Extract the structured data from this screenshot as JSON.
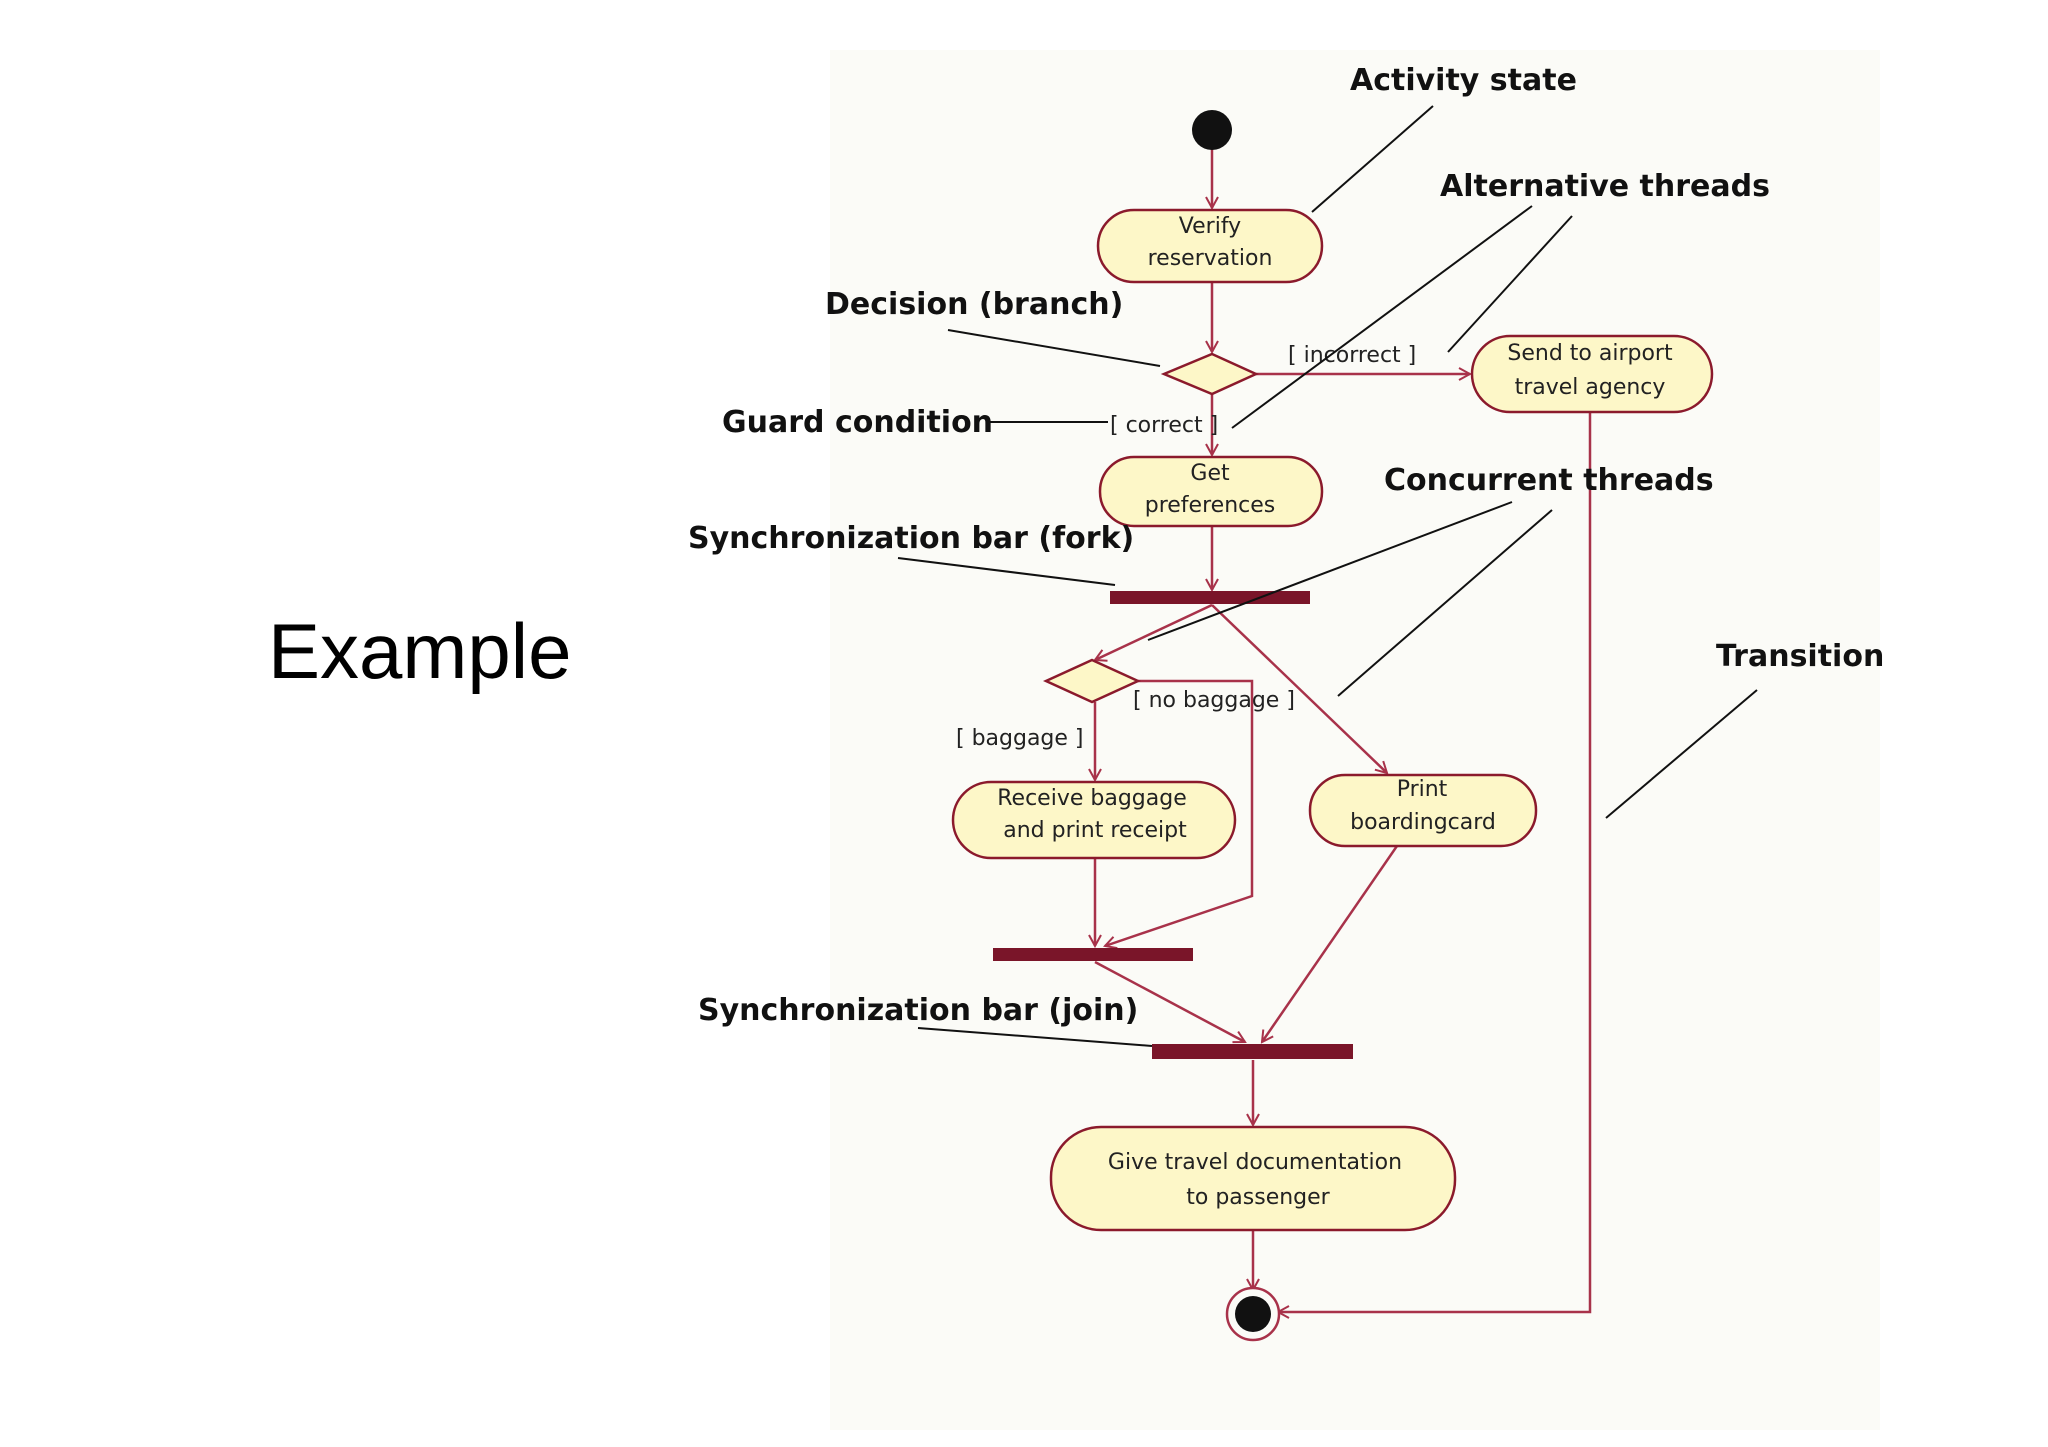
{
  "slide": {
    "title": "Example"
  },
  "colors": {
    "node_fill": "#fdf7c8",
    "node_stroke": "#8b1a2c",
    "edge": "#a8324a",
    "bar": "#7a1529",
    "callout_line": "#111111"
  },
  "nodes": {
    "verify": [
      "Verify",
      "reservation"
    ],
    "send_agency": [
      "Send to airport",
      "travel agency"
    ],
    "preferences": [
      "Get",
      "preferences"
    ],
    "receive_baggage": [
      "Receive baggage",
      "and print receipt"
    ],
    "print_card": [
      "Print",
      "boardingcard"
    ],
    "give_docs": [
      "Give travel documentation",
      "to passenger"
    ]
  },
  "guards": {
    "incorrect": "[ incorrect ]",
    "correct": "[ correct ]",
    "baggage": "[ baggage ]",
    "no_baggage": "[ no baggage ]"
  },
  "callouts": {
    "activity_state": "Activity state",
    "alternative_threads": "Alternative threads",
    "decision": "Decision (branch)",
    "guard_condition": "Guard condition",
    "concurrent_threads": "Concurrent threads",
    "fork": "Synchronization bar (fork)",
    "transition": "Transition",
    "join": "Synchronization bar (join)"
  }
}
